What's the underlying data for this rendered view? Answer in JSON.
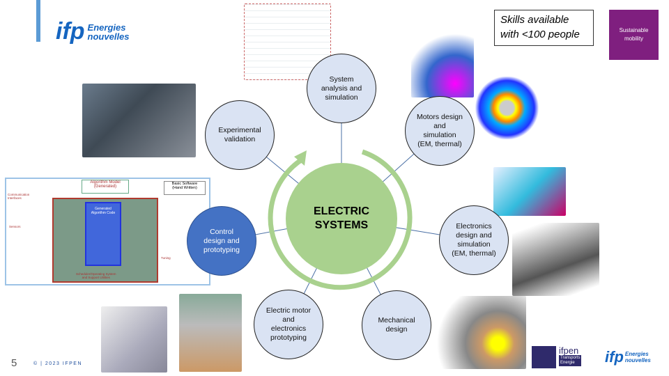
{
  "header": {
    "logo_text_line1": "Energies",
    "logo_text_line2": "nouvelles",
    "logo_letters": "ifp"
  },
  "callout": "Skills available\nwith <100 people",
  "badge": {
    "label": "Sustainable\nmobility",
    "color": "#7f1f7f"
  },
  "center": {
    "label": "ELECTRIC\nSYSTEMS",
    "color": "#a9d18e"
  },
  "nodes": [
    {
      "label": "System\nanalysis and\nsimulation"
    },
    {
      "label": "Motors design\nand\nsimulation\n(EM, thermal)"
    },
    {
      "label": "Electronics\ndesign and\nsimulation\n(EM, thermal)"
    },
    {
      "label": "Mechanical\ndesign"
    },
    {
      "label": "Electric motor\nand\nelectronics\nprototyping"
    },
    {
      "label": "Control\ndesign and\nprototyping"
    },
    {
      "label": "Experimental\nvalidation"
    }
  ],
  "diagram": {
    "top": "Algorithm Model\n(Generated)",
    "basic": "Basic Software\n(Hand Written)",
    "core": "Generated\nAlgorithm Code",
    "comm": "Communication\nInterfaces",
    "sensors": "Sensors",
    "bottom": "Scheduler/Operating System\nand Support Utilities",
    "tuning": "Tuning"
  },
  "footer": {
    "page": "5",
    "copyright": "© | 2023 IFPEN",
    "partner_logo_text": "ifpen",
    "partner_logo_sub": "Transports\nEnergie"
  }
}
